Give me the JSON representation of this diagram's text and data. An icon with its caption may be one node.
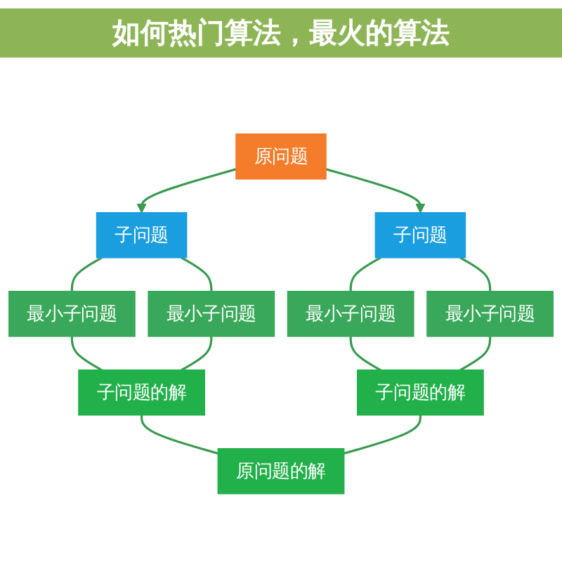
{
  "diagram": {
    "title": "如何热门算法，最火的算法",
    "nodes": [
      {
        "text": [
          "原问题"
        ]
      },
      {
        "text": [
          "子问题"
        ]
      },
      {
        "text": [
          "子问题"
        ]
      },
      {
        "text": [
          "最小子问题"
        ]
      },
      {
        "text": [
          "最小子问题"
        ]
      },
      {
        "text": [
          "最小子问题"
        ]
      },
      {
        "text": [
          "最小子问题"
        ]
      },
      {
        "text": [
          "子问题的解"
        ]
      },
      {
        "text": [
          "子问题的解"
        ]
      },
      {
        "text": [
          "原问题的解"
        ]
      }
    ],
    "edges": [
      {
        "from": 0,
        "to": 1,
        "arrow": "to"
      },
      {
        "from": 0,
        "to": 2,
        "arrow": "to"
      },
      {
        "from": 1,
        "to": 3,
        "arrow": "none"
      },
      {
        "from": 1,
        "to": 4,
        "arrow": "none"
      },
      {
        "from": 2,
        "to": 5,
        "arrow": "none"
      },
      {
        "from": 2,
        "to": 6,
        "arrow": "none"
      },
      {
        "from": 3,
        "to": 7,
        "arrow": "none"
      },
      {
        "from": 4,
        "to": 7,
        "arrow": "none"
      },
      {
        "from": 5,
        "to": 8,
        "arrow": "none"
      },
      {
        "from": 6,
        "to": 8,
        "arrow": "none"
      },
      {
        "from": 7,
        "to": 9,
        "arrow": "none"
      },
      {
        "from": 8,
        "to": 9,
        "arrow": "none"
      }
    ]
  }
}
